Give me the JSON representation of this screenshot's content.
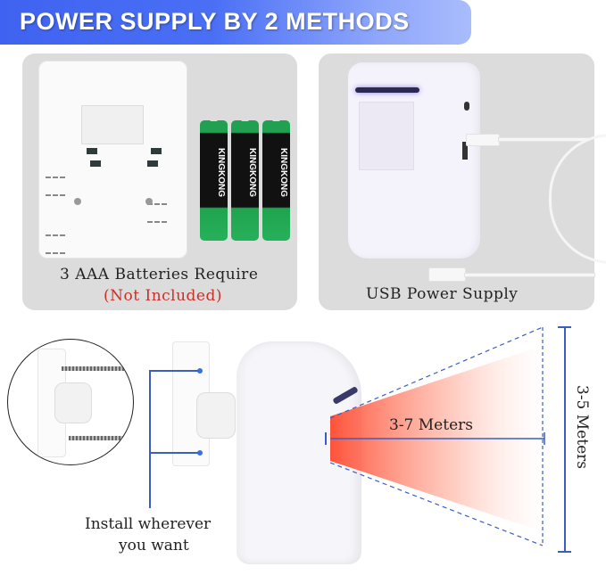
{
  "banner": {
    "title": "POWER SUPPLY BY 2 METHODS",
    "gradient_start": "#3f63f0",
    "gradient_end": "#a9bcfc"
  },
  "panels": [
    {
      "id": "battery-panel",
      "caption_line1": "3 AAA Batteries Require",
      "caption_line2": "(Not Included)",
      "caption_line2_color": "#c8302a",
      "battery_brand": "KINGKONG",
      "battery_count": 3
    },
    {
      "id": "usb-panel",
      "caption": "USB Power Supply"
    }
  ],
  "install": {
    "caption_line1": "Install wherever",
    "caption_line2": "you want"
  },
  "detection": {
    "distance_label": "3-7 Meters",
    "width_label": "3-5 Meters",
    "beam_color": "#ff5a3c",
    "line_color": "#3a5fc0"
  }
}
